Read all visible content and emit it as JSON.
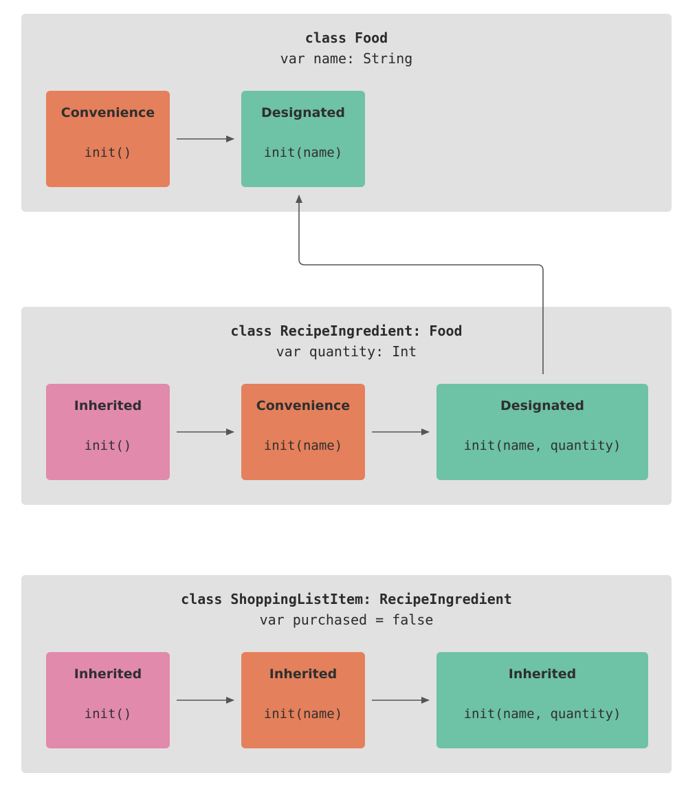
{
  "diagram": {
    "colors": {
      "panel_background": "#e1e1e1",
      "inherited": "#e28aac",
      "convenience": "#e4805b",
      "designated": "#6ec2a5",
      "arrow": "#555555"
    },
    "food": {
      "class_decl": "class Food",
      "property": "var name: String",
      "convenience": {
        "label": "Convenience",
        "code": "init()"
      },
      "designated": {
        "label": "Designated",
        "code": "init(name)"
      }
    },
    "recipe": {
      "class_decl": "class RecipeIngredient: Food",
      "property": "var quantity: Int",
      "inherited": {
        "label": "Inherited",
        "code": "init()"
      },
      "convenience": {
        "label": "Convenience",
        "code": "init(name)"
      },
      "designated": {
        "label": "Designated",
        "code": "init(name, quantity)"
      }
    },
    "shopping": {
      "class_decl": "class ShoppingListItem: RecipeIngredient",
      "property": "var purchased = false",
      "inherited_1": {
        "label": "Inherited",
        "code": "init()"
      },
      "inherited_2": {
        "label": "Inherited",
        "code": "init(name)"
      },
      "inherited_3": {
        "label": "Inherited",
        "code": "init(name, quantity)"
      }
    }
  }
}
